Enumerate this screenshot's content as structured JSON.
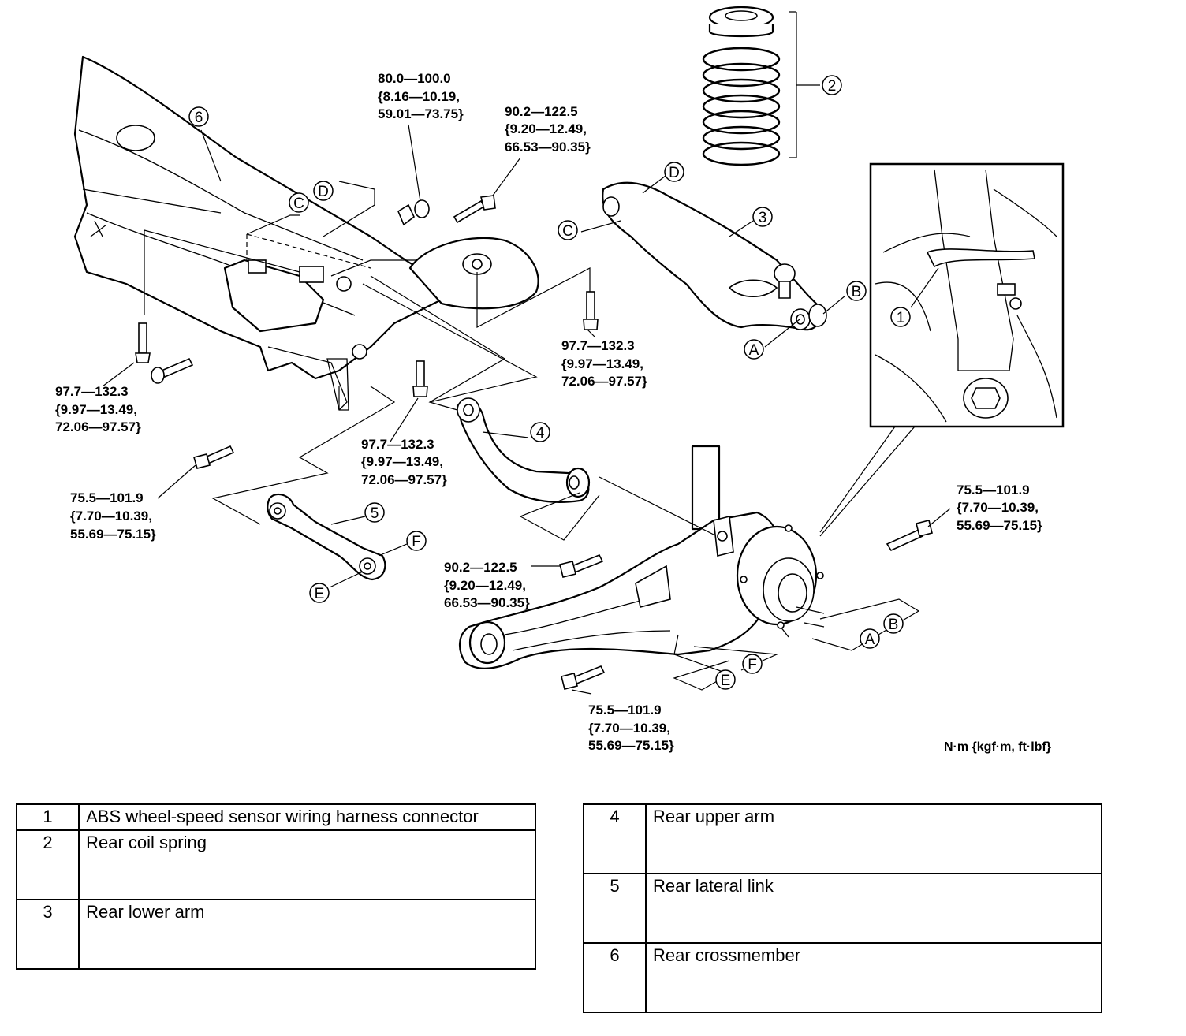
{
  "parts": [
    {
      "num": "1",
      "name": "ABS wheel-speed sensor wiring harness connector"
    },
    {
      "num": "2",
      "name": "Rear coil spring"
    },
    {
      "num": "3",
      "name": "Rear lower arm"
    },
    {
      "num": "4",
      "name": "Rear upper arm"
    },
    {
      "num": "5",
      "name": "Rear lateral link"
    },
    {
      "num": "6",
      "name": "Rear crossmember"
    }
  ],
  "torque_specs": {
    "t80": [
      "80.0—100.0",
      "{8.16—10.19,",
      "59.01—73.75}"
    ],
    "t90_top": [
      "90.2—122.5",
      "{9.20—12.49,",
      "66.53—90.35}"
    ],
    "t97_right": [
      "97.7—132.3",
      "{9.97—13.49,",
      "72.06—97.57}"
    ],
    "t97_left": [
      "97.7—132.3",
      "{9.97—13.49,",
      "72.06—97.57}"
    ],
    "t97_mid": [
      "97.7—132.3",
      "{9.97—13.49,",
      "72.06—97.57}"
    ],
    "t75_left": [
      "75.5—101.9",
      "{7.70—10.39,",
      "55.69—75.15}"
    ],
    "t75_right": [
      "75.5—101.9",
      "{7.70—10.39,",
      "55.69—75.15}"
    ],
    "t90_bottom": [
      "90.2—122.5",
      "{9.20—12.49,",
      "66.53—90.35}"
    ],
    "t75_bottom": [
      "75.5—101.9",
      "{7.70—10.39,",
      "55.69—75.15}"
    ]
  },
  "units": "N·m {kgf·m, ft·lbf}",
  "callouts": {
    "n1": "1",
    "n2": "2",
    "n3": "3",
    "n4": "4",
    "n5": "5",
    "n6": "6",
    "A": "A",
    "B": "B",
    "C": "C",
    "D": "D",
    "E": "E",
    "F": "F"
  }
}
